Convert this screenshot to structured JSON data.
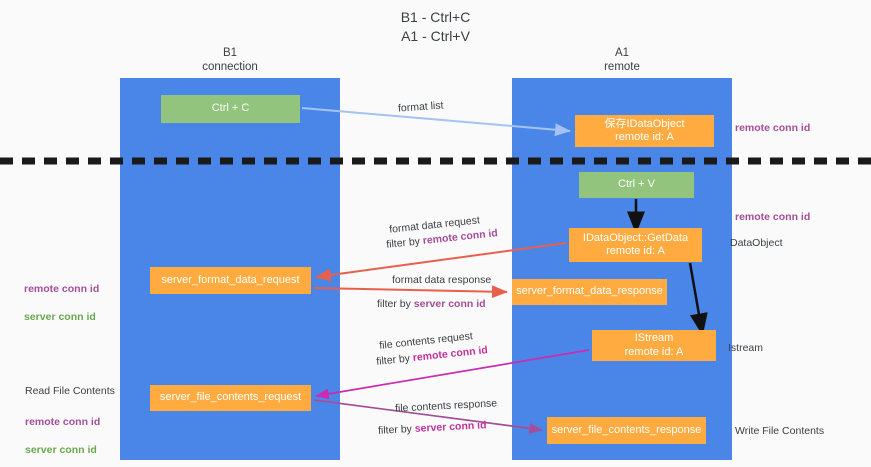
{
  "title": "B1 - Ctrl+C\nA1 - Ctrl+V",
  "lanes": [
    {
      "id": "b1",
      "header": "B1\nconnection"
    },
    {
      "id": "a1",
      "header": "A1\nremote"
    }
  ],
  "nodes": {
    "ctrl_c": "Ctrl + C",
    "save_idataobject": "保存IDataObject\nremote id: A",
    "ctrl_v": "Ctrl + V",
    "getdata": "IDataObject::GetData\nremote id: A",
    "server_format_data_request": "server_format_data_request",
    "server_format_data_response": "server_format_data_response",
    "istream": "IStream\nremote id: A",
    "server_file_contents_request": "server_file_contents_request",
    "server_file_contents_response": "server_file_contents_response"
  },
  "edge_labels": {
    "format_list": "format list",
    "format_data_request": "format data request",
    "format_data_request_filter_prefix": "filter by ",
    "format_data_request_filter_key": "remote conn id",
    "format_data_response": "format data response",
    "format_data_response_filter_prefix": "filter by ",
    "format_data_response_filter_key": "server conn id",
    "file_contents_request": "file contents request",
    "file_contents_request_filter_prefix": "filter by ",
    "file_contents_request_filter_key": "remote conn id",
    "file_contents_response": "file contents response",
    "file_contents_response_filter_prefix": "filter by ",
    "file_contents_response_filter_key": "server conn id"
  },
  "annotations": {
    "remote_conn_id_top": "remote conn id",
    "remote_conn_id_mid": "remote conn id",
    "dataobject": "DataObject",
    "istream": "Istream",
    "write_file_contents": "Write File Contents",
    "left_remote_conn_id": "remote conn id",
    "left_server_conn_id": "server conn id",
    "read_file_contents": "Read File Contents",
    "left_remote_conn_id_2": "remote conn id",
    "left_server_conn_id_2": "server conn id"
  },
  "colors": {
    "lane": "#4a86e8",
    "node_green": "#93c47d",
    "node_orange": "#ffab40",
    "purple": "#a64d9a",
    "green_text": "#6aa84f",
    "magenta": "#c2329b",
    "arrow_light_blue": "#a4c2f4",
    "arrow_red": "#e8604c",
    "arrow_magenta": "#cc2bb0",
    "arrow_purple": "#a64d9a",
    "arrow_black": "#111111",
    "divider": "#1a1a1a",
    "background": "#fafafa"
  }
}
